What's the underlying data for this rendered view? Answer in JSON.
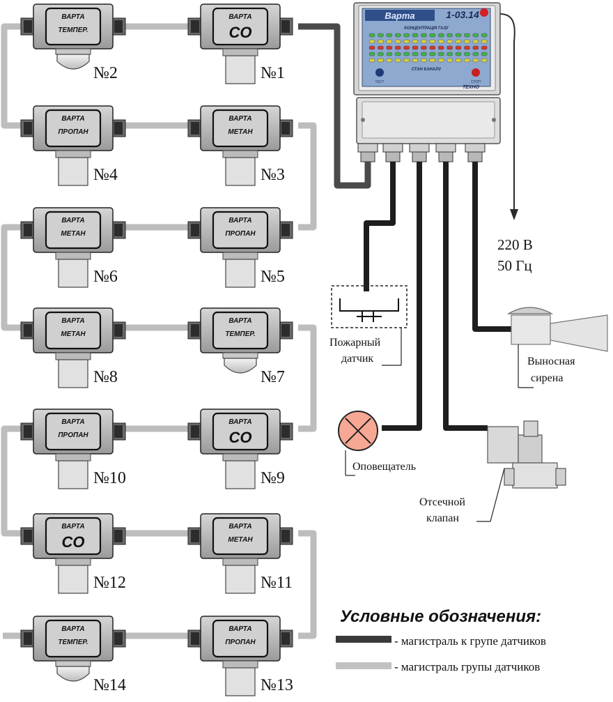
{
  "sensors": [
    {
      "id": "s1",
      "top": "ВАРТА",
      "bottom": "СО",
      "big": true,
      "number": "№1",
      "dome": false
    },
    {
      "id": "s2",
      "top": "ВАРТА",
      "bottom": "ТЕМПЕР.",
      "big": false,
      "number": "№2",
      "dome": true
    },
    {
      "id": "s3",
      "top": "ВАРТА",
      "bottom": "МЕТАН",
      "big": false,
      "number": "№3",
      "dome": false
    },
    {
      "id": "s4",
      "top": "ВАРТА",
      "bottom": "ПРОПАН",
      "big": false,
      "number": "№4",
      "dome": false
    },
    {
      "id": "s5",
      "top": "ВАРТА",
      "bottom": "ПРОПАН",
      "big": false,
      "number": "№5",
      "dome": false
    },
    {
      "id": "s6",
      "top": "ВАРТА",
      "bottom": "МЕТАН",
      "big": false,
      "number": "№6",
      "dome": false
    },
    {
      "id": "s7",
      "top": "ВАРТА",
      "bottom": "ТЕМПЕР.",
      "big": false,
      "number": "№7",
      "dome": true
    },
    {
      "id": "s8",
      "top": "ВАРТА",
      "bottom": "МЕТАН",
      "big": false,
      "number": "№8",
      "dome": false
    },
    {
      "id": "s9",
      "top": "ВАРТА",
      "bottom": "СО",
      "big": true,
      "number": "№9",
      "dome": false
    },
    {
      "id": "s10",
      "top": "ВАРТА",
      "bottom": "ПРОПАН",
      "big": false,
      "number": "№10",
      "dome": false
    },
    {
      "id": "s11",
      "top": "ВАРТА",
      "bottom": "МЕТАН",
      "big": false,
      "number": "№11",
      "dome": false
    },
    {
      "id": "s12",
      "top": "ВАРТА",
      "bottom": "СО",
      "big": true,
      "number": "№12",
      "dome": false
    },
    {
      "id": "s13",
      "top": "ВАРТА",
      "bottom": "ПРОПАН",
      "big": false,
      "number": "№13",
      "dome": false
    },
    {
      "id": "s14",
      "top": "ВАРТА",
      "bottom": "ТЕМПЕР.",
      "big": false,
      "number": "№14",
      "dome": true
    }
  ],
  "controller": {
    "logo": "Варта",
    "model": "1-03.14",
    "concentration_label": "КОНЦЕНТРАЦІЯ ГАЗУ",
    "channel_state_label": "СТАН КАНАЛУ",
    "test_label": "ТЕСТ",
    "stop_label": "СТОП",
    "brand": "ТЕХНО"
  },
  "power": {
    "line1": "220 В",
    "line2": "50 Гц"
  },
  "devices": {
    "fire_sensor": {
      "line1": "Пожарный",
      "line2": "датчик"
    },
    "siren": {
      "line1": "Выносная",
      "line2": "сирена"
    },
    "annunciator": {
      "label": "Оповещатель"
    },
    "valve": {
      "line1": "Отсечной",
      "line2": "клапан"
    }
  },
  "legend": {
    "title": "Условные обозначения:",
    "trunk_main": "- магистраль к групе датчиков",
    "trunk_group": "- магистраль групы датчиков",
    "colors": {
      "main": "#3a3a3a",
      "group": "#c2c2c2"
    }
  },
  "colors": {
    "box": "#b9b9b9",
    "box_dark": "#4a4a4a",
    "panel": "#8fa6c8",
    "cable_dark": "#1e1e1e",
    "grey_cable": "#bdbdbd"
  }
}
